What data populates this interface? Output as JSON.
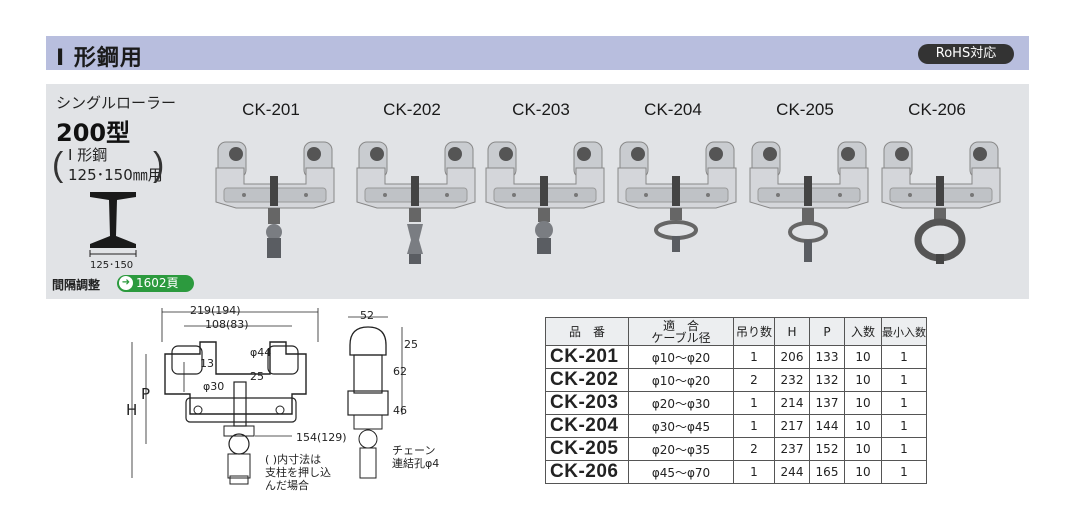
{
  "section": {
    "title": "I 形鋼用",
    "badge": "RoHS対応"
  },
  "product": {
    "line": "シングルローラー",
    "model": "200型",
    "spec_line1": "I 形鋼",
    "spec_line2": "125･150㎜用",
    "beam_dim": "125･150",
    "adjust_label": "間隔調整",
    "adjust_ref": "1602頁"
  },
  "models": [
    "CK-201",
    "CK-202",
    "CK-203",
    "CK-204",
    "CK-205",
    "CK-206"
  ],
  "drawing": {
    "dim_width": "219(194)",
    "dim_center": "108(83)",
    "dim_13": "13",
    "dim_phi44": "φ44",
    "dim_25": "25",
    "dim_phi30": "φ30",
    "dim_side": "154(129)",
    "label_H": "H",
    "label_P": "P",
    "note": [
      "(  )内寸法は",
      "支柱を押し込",
      "んだ場合"
    ],
    "side_52": "52",
    "side_25": "25",
    "side_62": "62",
    "side_46": "46",
    "chain_note": [
      "チェーン",
      "連結孔φ4"
    ]
  },
  "table": {
    "headers": [
      "品　番",
      "適　合\nケーブル径",
      "吊り数",
      "H",
      "P",
      "入数",
      "最小入数"
    ],
    "header_cable_1": "適　合",
    "header_cable_2": "ケーブル径",
    "rows": [
      [
        "CK-201",
        "φ10～φ20",
        "1",
        "206",
        "133",
        "10",
        "1"
      ],
      [
        "CK-202",
        "φ10～φ20",
        "2",
        "232",
        "132",
        "10",
        "1"
      ],
      [
        "CK-203",
        "φ20～φ30",
        "1",
        "214",
        "137",
        "10",
        "1"
      ],
      [
        "CK-204",
        "φ30～φ45",
        "1",
        "217",
        "144",
        "10",
        "1"
      ],
      [
        "CK-205",
        "φ20～φ35",
        "2",
        "237",
        "152",
        "10",
        "1"
      ],
      [
        "CK-206",
        "φ45～φ70",
        "1",
        "244",
        "165",
        "10",
        "1"
      ]
    ]
  },
  "colors": {
    "header_bar": "#b8bede",
    "panel": "#e1e3e6",
    "badge_green": "#2c9a3e"
  }
}
